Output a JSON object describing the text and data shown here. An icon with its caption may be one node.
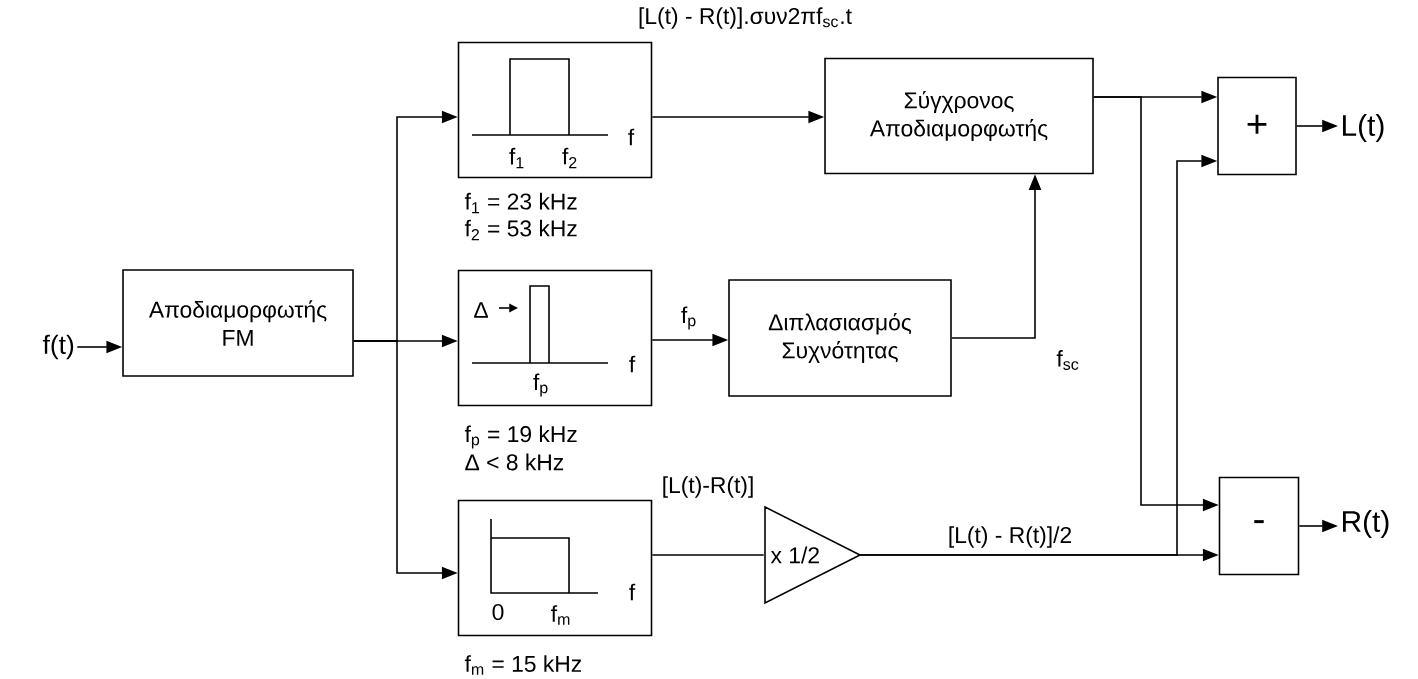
{
  "diagram": {
    "nodes": [
      {
        "text": [
          "f(t)"
        ]
      },
      {
        "text": [
          "Αποδιαμορφωτής FM"
        ]
      },
      {
        "text": [
          "f$_{1}$",
          "f$_{2}$",
          "f"
        ],
        "beside": [
          "f$_{1}$ = 23 kHz",
          "f$_{2}$ = 53 kHz"
        ]
      },
      {
        "text": [
          "Δ",
          "f$_{p}$",
          "f"
        ],
        "beside": [
          "f$_{p}$ = 19 kHz",
          "Δ < 8 kHz"
        ]
      },
      {
        "text": [
          "0",
          "f$_{m}$",
          "f"
        ],
        "beside": [
          "f$_{m}$ = 15 kHz"
        ]
      },
      {
        "text": [
          "Σύγχρονος Αποδιαμορφωτής"
        ]
      },
      {
        "text": [
          "Διπλασιασμός Συχνότητας"
        ]
      },
      {
        "text": [
          "x 1/2"
        ]
      },
      {
        "text": [
          "+"
        ]
      },
      {
        "text": [
          "-"
        ]
      },
      {
        "text": [
          "L(t)"
        ]
      },
      {
        "text": [
          "R(t)"
        ]
      }
    ],
    "edges": [
      {
        "from": 0,
        "to": 1,
        "arrow": "to"
      },
      {
        "from": 1,
        "to": 2,
        "arrow": "to"
      },
      {
        "from": 1,
        "to": 3,
        "arrow": "to"
      },
      {
        "from": 1,
        "to": 4,
        "arrow": "to"
      },
      {
        "from": 2,
        "to": 5,
        "arrow": "to"
      },
      {
        "from": 3,
        "to": 6,
        "arrow": "to",
        "label": "f$_{p}$"
      },
      {
        "from": 6,
        "to": 5,
        "arrow": "to",
        "label": "f$_{sc}$"
      },
      {
        "from": 4,
        "to": 7,
        "arrow": "none"
      },
      {
        "from": 5,
        "to": 8,
        "arrow": "to"
      },
      {
        "from": 5,
        "to": 9,
        "arrow": "to"
      },
      {
        "from": 7,
        "to": 8,
        "arrow": "to"
      },
      {
        "from": 7,
        "to": 9,
        "arrow": "to",
        "label": "[L(t) - R(t)]/2"
      },
      {
        "from": 8,
        "to": 10,
        "arrow": "to"
      },
      {
        "from": 9,
        "to": 11,
        "arrow": "to"
      }
    ],
    "labels": [
      "[L(t) - R(t)].συν2πf$_{sc}$.t",
      "[L(t)-R(t)]"
    ]
  }
}
